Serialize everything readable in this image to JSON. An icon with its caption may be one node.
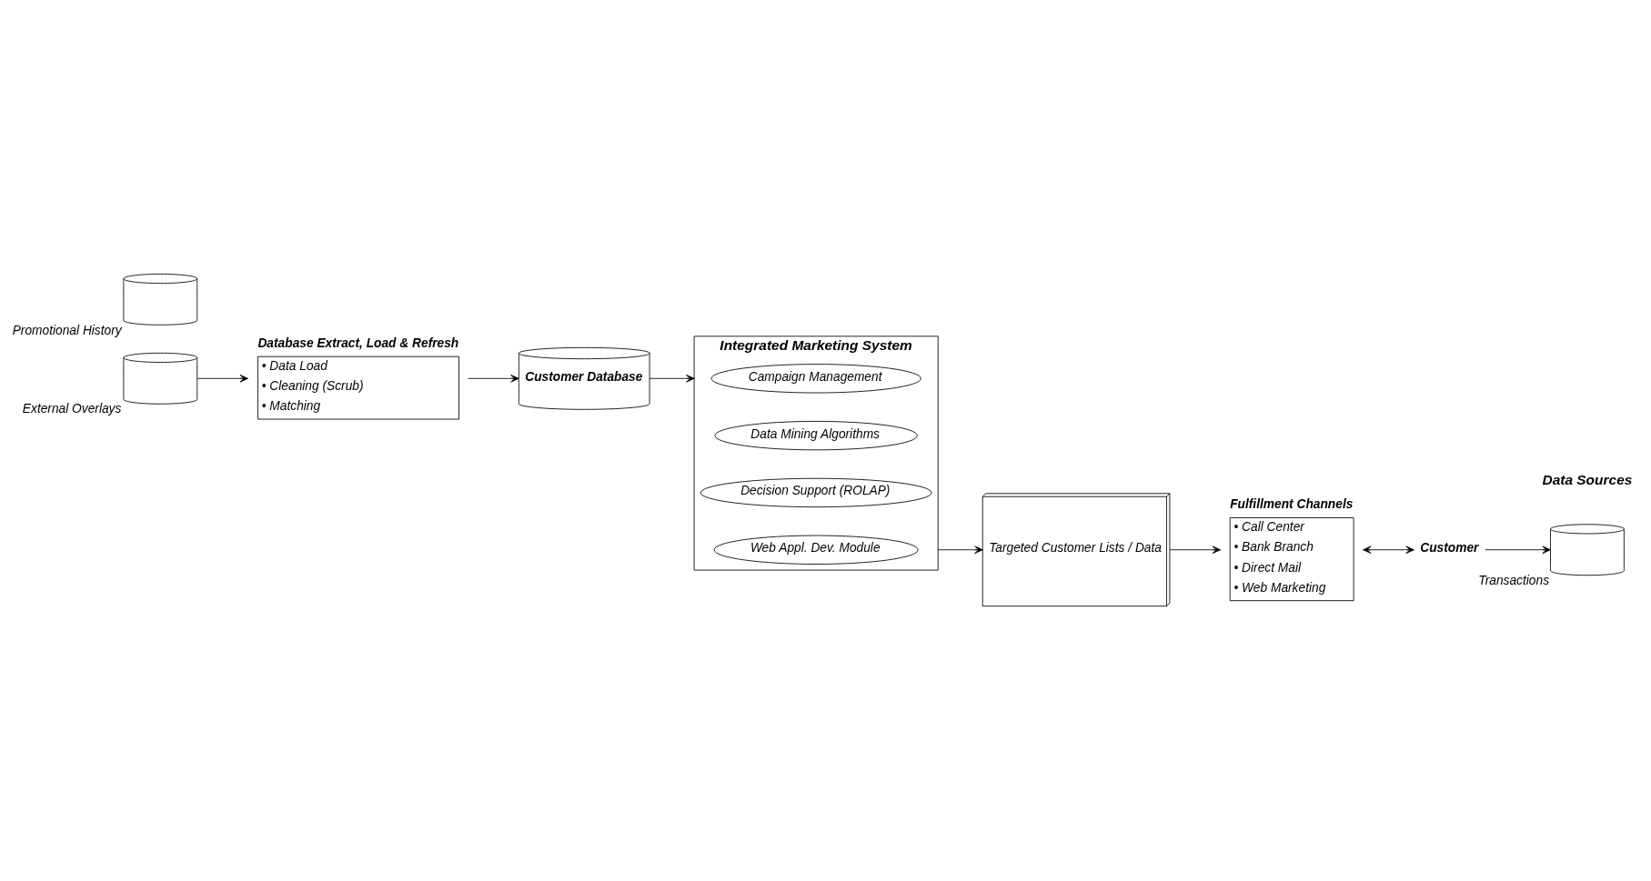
{
  "diagram": {
    "nodes": [
      {
        "text": [
          "Customer"
        ]
      },
      {
        "text": [],
        "shape": "cylinder",
        "beside": [
          "Transactions"
        ]
      },
      {
        "text": [],
        "shape": "cylinder",
        "beside": [
          "External Overlays"
        ]
      },
      {
        "text": [],
        "shape": "cylinder",
        "beside": [
          "Promotional History"
        ]
      },
      {
        "text": [
          "Database Extract, Load & Refresh",
          "• Data Load",
          "• Cleaning (Scrub)",
          "• Matching"
        ]
      },
      {
        "text": [
          "Customer Database"
        ]
      },
      {
        "text": [
          "Integrated Marketing System"
        ]
      },
      {
        "text": [
          "Campaign Management"
        ],
        "in": 6
      },
      {
        "text": [
          "Data Mining Algorithms"
        ],
        "in": 6
      },
      {
        "text": [
          "Decision Support (ROLAP)"
        ],
        "in": 6
      },
      {
        "text": [
          "Web Appl. Dev. Module"
        ],
        "in": 6
      },
      {
        "text": [
          "Targeted Customer Lists / Data"
        ]
      },
      {
        "text": [
          "Fulfillment Channels",
          "• Call Center",
          "• Bank Branch",
          "• Direct Mail",
          "• Web Marketing"
        ]
      }
    ],
    "edges": [
      {
        "from": 0,
        "to": 1,
        "arrow": "to"
      },
      {
        "from": 2,
        "to": 4,
        "arrow": "to"
      },
      {
        "from": 4,
        "to": 5,
        "arrow": "to"
      },
      {
        "from": 5,
        "to": 6,
        "arrow": "to"
      },
      {
        "from": 6,
        "to": 11,
        "arrow": "to"
      },
      {
        "from": 11,
        "to": 12,
        "arrow": "to"
      },
      {
        "from": 12,
        "to": 0,
        "arrow": "both"
      }
    ],
    "labels": [
      "Data Sources"
    ]
  }
}
